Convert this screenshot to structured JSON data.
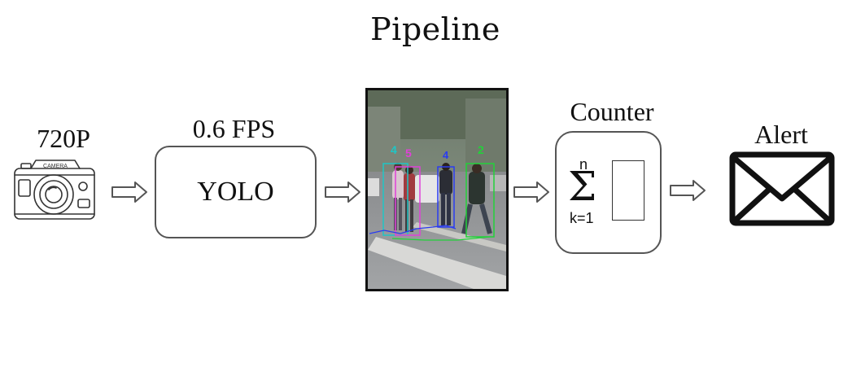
{
  "title": "Pipeline",
  "camera": {
    "resolution_label": "720P",
    "brand_text": "CAMERA",
    "icon": "camera-icon"
  },
  "detector": {
    "fps_label": "0.6 FPS",
    "name": "YOLO"
  },
  "detection_frame": {
    "icon": "pedestrian-detection-frame",
    "track_ids": [
      {
        "id": "4",
        "color": "#1fc6c6"
      },
      {
        "id": "5",
        "color": "#e040d8"
      },
      {
        "id": "4",
        "color": "#2a3cf0"
      },
      {
        "id": "2",
        "color": "#23d13a"
      }
    ]
  },
  "counter": {
    "label": "Counter",
    "upper_limit": "n",
    "lower_limit": "k=1",
    "symbol": "Σ"
  },
  "alert": {
    "label": "Alert",
    "icon": "envelope-icon"
  },
  "colors": {
    "box_border": "#555555",
    "arrow_stroke": "#555555"
  }
}
